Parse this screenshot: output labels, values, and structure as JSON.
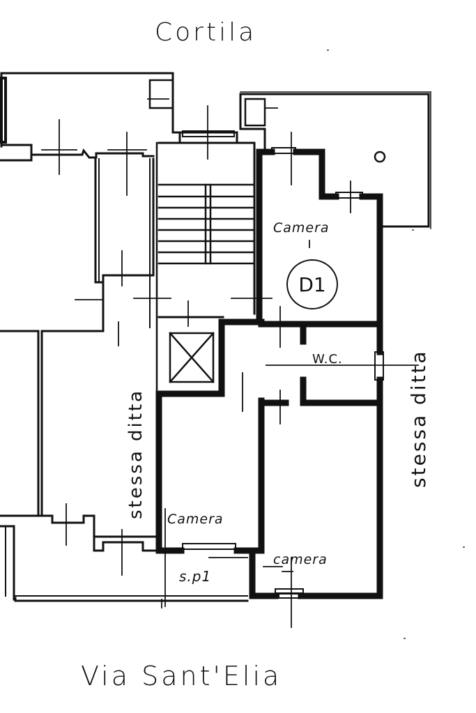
{
  "plan": {
    "top_label": "Cortila",
    "bottom_label": "Via Sant'Elia",
    "unit_id": "D1",
    "rooms": [
      {
        "id": "camera-north",
        "label": "Camera"
      },
      {
        "id": "wc",
        "label": "W.C."
      },
      {
        "id": "camera-southwest",
        "label": "Camera"
      },
      {
        "id": "camera-southeast",
        "label": "camera"
      }
    ],
    "annotations": {
      "neighbor_left": "stessa ditta",
      "neighbor_right": "stessa ditta",
      "floor_ref": "s.p1"
    },
    "colors": {
      "ink": "#111111",
      "paper": "#ffffff"
    }
  }
}
